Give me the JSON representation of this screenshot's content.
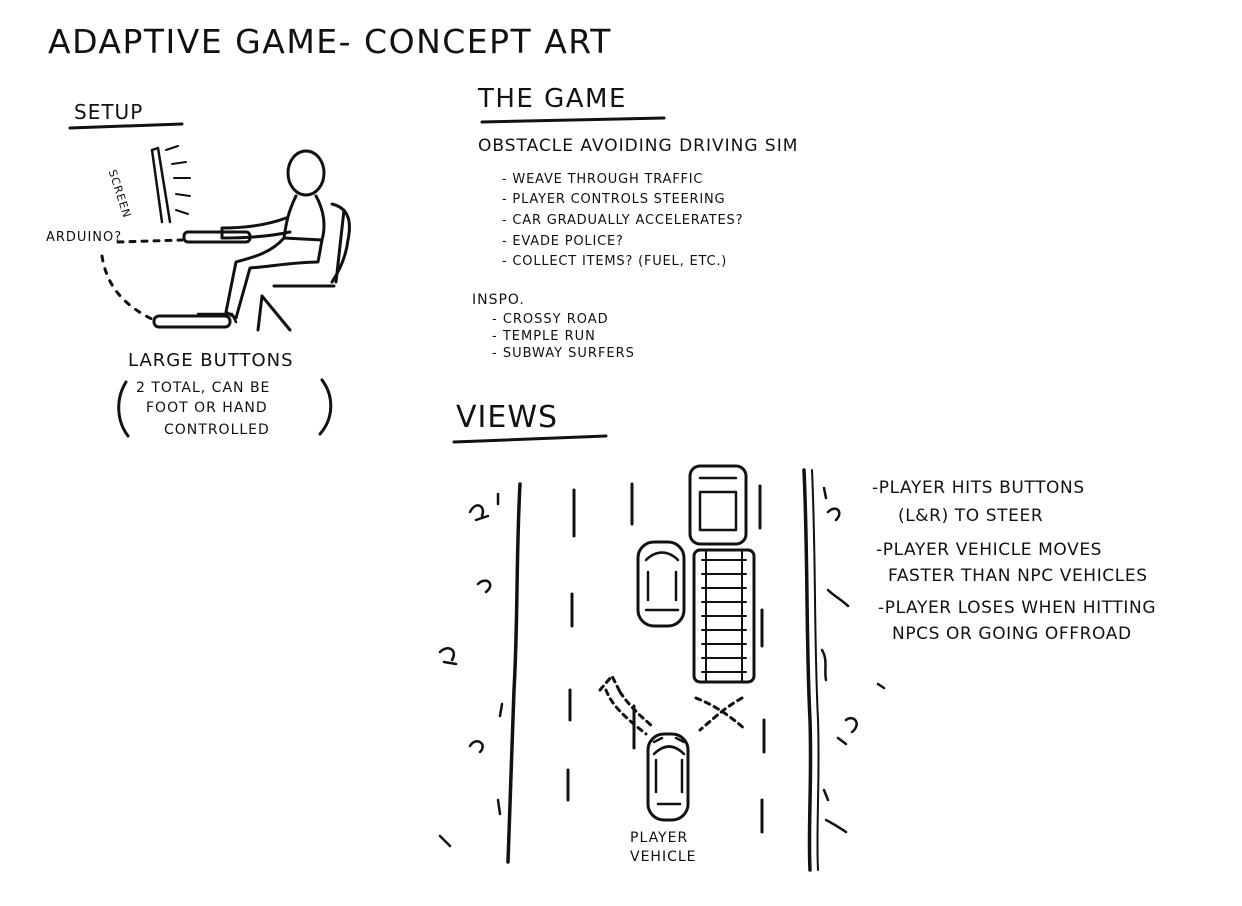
{
  "title": "ADAPTIVE GAME- CONCEPT ART",
  "setup": {
    "heading": "SETUP",
    "screen_label": "SCREEN",
    "arduino_label": "ARDUINO?",
    "buttons_title": "LARGE BUTTONS",
    "buttons_lines": [
      "2 TOTAL, CAN BE",
      "FOOT OR HAND",
      "CONTROLLED"
    ]
  },
  "game": {
    "heading": "THE GAME",
    "subheading": "OBSTACLE AVOIDING DRIVING SIM",
    "bullets": [
      "- WEAVE THROUGH TRAFFIC",
      "- PLAYER CONTROLS STEERING",
      "- CAR GRADUALLY ACCELERATES?",
      "- EVADE POLICE?",
      "- COLLECT ITEMS? (FUEL, ETC.)"
    ],
    "inspo_heading": "INSPO.",
    "inspo": [
      "- CROSSY ROAD",
      "- TEMPLE RUN",
      "- SUBWAY SURFERS"
    ]
  },
  "views": {
    "heading": "VIEWS",
    "player_vehicle_label": [
      "PLAYER",
      "VEHICLE"
    ],
    "notes": [
      [
        "-PLAYER HITS BUTTONS",
        "(L&R) TO STEER"
      ],
      [
        "-PLAYER VEHICLE MOVES",
        "FASTER THAN NPC VEHICLES"
      ],
      [
        "-PLAYER LOSES WHEN HITTING",
        "NPCs OR GOING OFFROAD"
      ]
    ]
  }
}
